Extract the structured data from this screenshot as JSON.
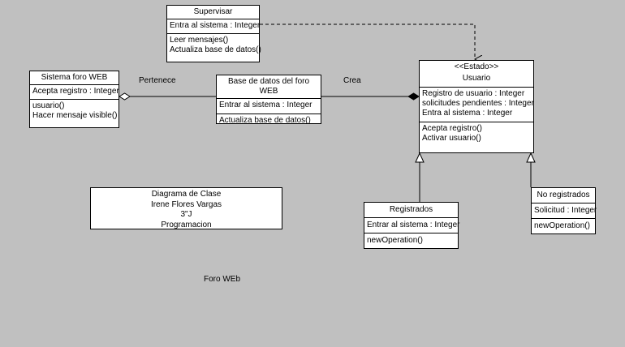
{
  "classes": {
    "supervisar": {
      "name": "Supervisar",
      "attributes": [
        "Entra al sistema : Integer"
      ],
      "operations": [
        "Leer mensajes()",
        "Actualiza base de datos()"
      ]
    },
    "sistema": {
      "name": "Sistema foro WEB",
      "attributes": [
        "Acepta registro : Integer"
      ],
      "operations": [
        "usuario()",
        "Hacer mensaje visible()"
      ]
    },
    "basedatos": {
      "name": "Base de datos del foro WEB",
      "attributes": [
        "Entrar al sistema : Integer"
      ],
      "operations": [
        "Actualiza base de datos()"
      ]
    },
    "usuario": {
      "stereotype": "<<Estado>>",
      "name": "Usuario",
      "attributes": [
        "Registro de usuario : Integer",
        "solicitudes pendientes : Integer",
        "Entra al sistema : Integer"
      ],
      "operations": [
        "Acepta registro()",
        "Activar usuario()"
      ]
    },
    "registrados": {
      "name": "Registrados",
      "attributes": [
        "Entrar al sistema : Integer"
      ],
      "operations": [
        "newOperation()"
      ]
    },
    "noregistrados": {
      "name": "No registrados",
      "attributes": [
        "Solicitud : Integer"
      ],
      "operations": [
        "newOperation()"
      ]
    }
  },
  "relations": {
    "pertenece": "Pertenece",
    "crea": "Crea"
  },
  "note": {
    "lines": [
      "Diagrama de Clase",
      "Irene Flores Vargas",
      "3\"J",
      "Programacion"
    ]
  },
  "caption": "Foro WEb",
  "colors": {
    "background": "#c0c0c0",
    "box": "#ffffff",
    "line": "#000000"
  }
}
